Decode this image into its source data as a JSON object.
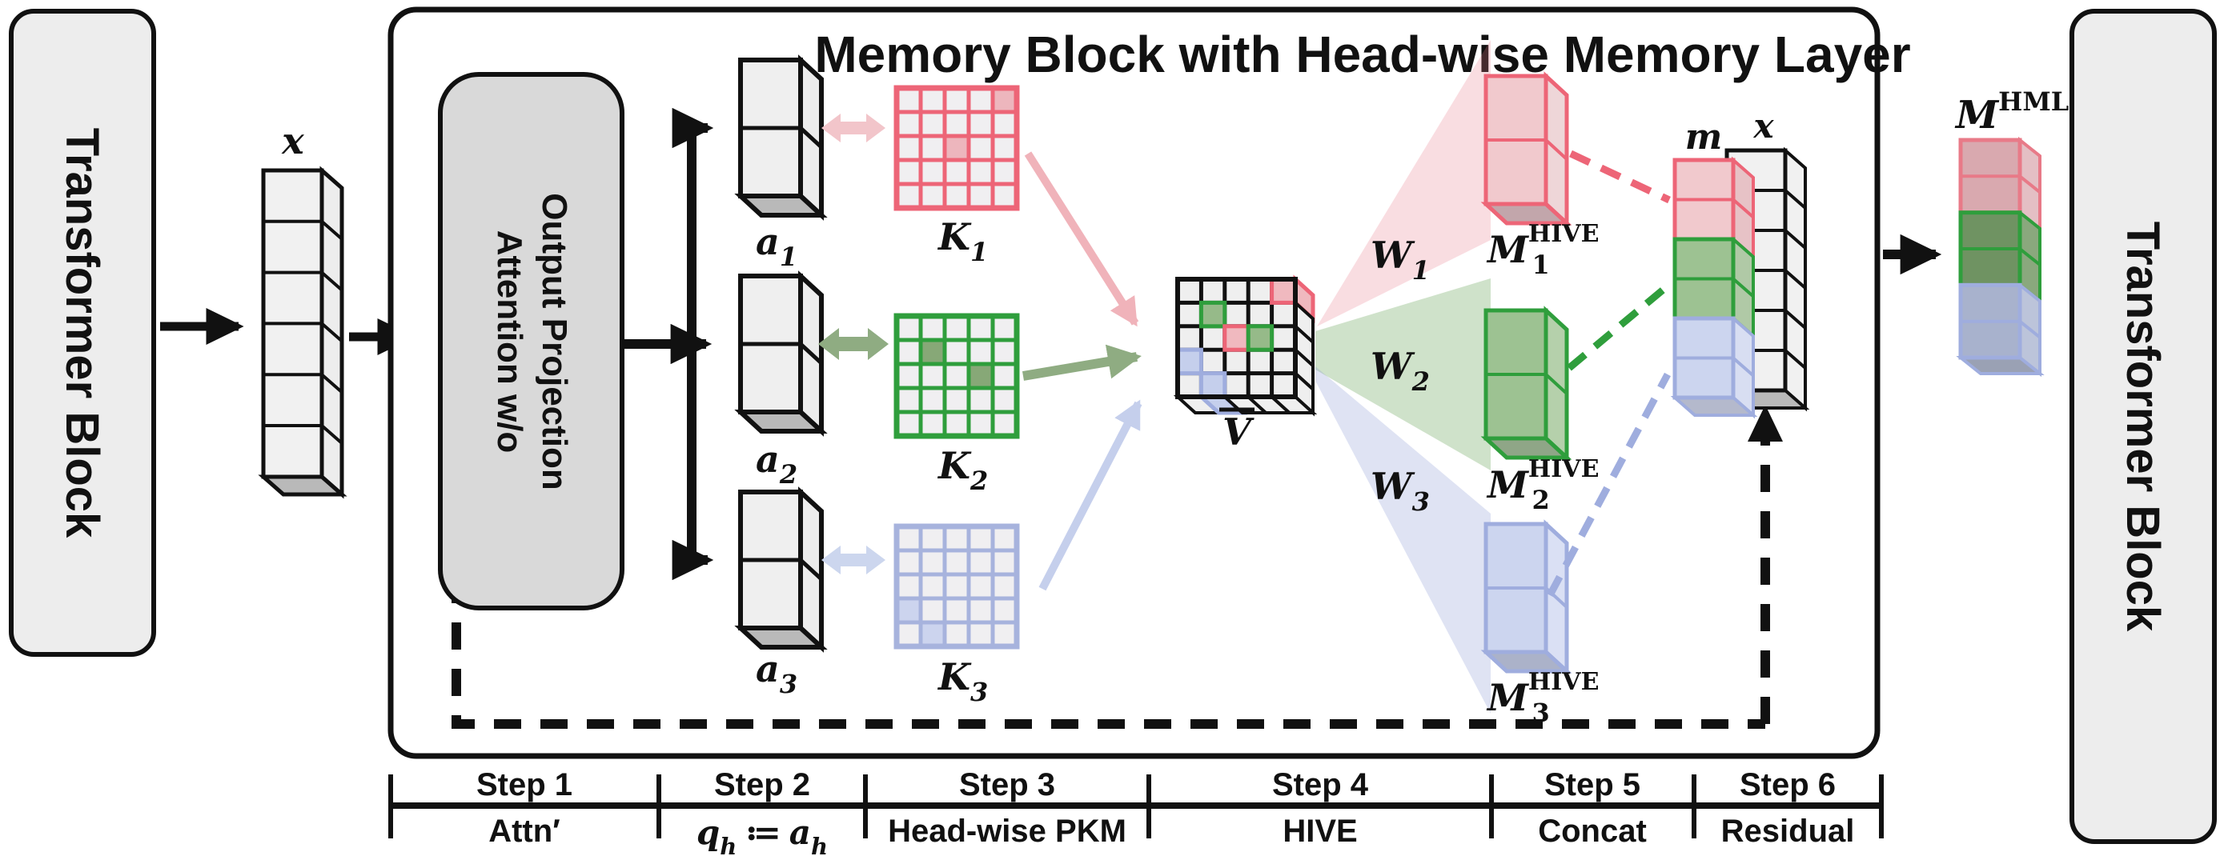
{
  "title": "Memory Block with Head-wise Memory Layer",
  "blocks": {
    "left": "Transformer Block",
    "right": "Transformer Block"
  },
  "attention": {
    "line1": "Attention w/o",
    "line2": "Output Projection"
  },
  "labels": {
    "x_input": "x",
    "m": "m",
    "x_concat": "x",
    "a": [
      {
        "base": "a",
        "sub": "1"
      },
      {
        "base": "a",
        "sub": "2"
      },
      {
        "base": "a",
        "sub": "3"
      }
    ],
    "K": [
      {
        "base": "K",
        "sub": "1"
      },
      {
        "base": "K",
        "sub": "2"
      },
      {
        "base": "K",
        "sub": "3"
      }
    ],
    "V": {
      "base": "V"
    },
    "W": [
      {
        "base": "W",
        "sub": "1"
      },
      {
        "base": "W",
        "sub": "2"
      },
      {
        "base": "W",
        "sub": "3"
      }
    ],
    "M_hive": [
      {
        "base": "M",
        "sup": "HIVE",
        "sub": "1"
      },
      {
        "base": "M",
        "sup": "HIVE",
        "sub": "2"
      },
      {
        "base": "M",
        "sup": "HIVE",
        "sub": "3"
      }
    ],
    "M_hml": {
      "base": "M",
      "sup": "HML"
    }
  },
  "steps": [
    {
      "label": "Step 1",
      "desc": "Attn′"
    },
    {
      "label": "Step 2",
      "desc_parts": {
        "q": "q",
        "q_sub": "h",
        "op": "≔",
        "a": "a",
        "a_sub": "h"
      }
    },
    {
      "label": "Step 3",
      "desc": "Head-wise PKM"
    },
    {
      "label": "Step 4",
      "desc": "HIVE"
    },
    {
      "label": "Step 5",
      "desc": "Concat"
    },
    {
      "label": "Step 6",
      "desc": "Residual"
    }
  ],
  "colors": {
    "head1": "#ed6577",
    "head1_fill": "#f1c9cd",
    "head1_hl": "#edb6bd",
    "head2": "#2f9e3c",
    "head2_fill": "#9dc292",
    "head2_hl": "#87a877",
    "head3": "#9fadde",
    "head3_fill": "#ccd5ef",
    "head3_hl": "#c5cfec",
    "box_fill": "#ededed",
    "attention_fill": "#d9d9d9",
    "cell_fill": "#f1f1f1"
  }
}
